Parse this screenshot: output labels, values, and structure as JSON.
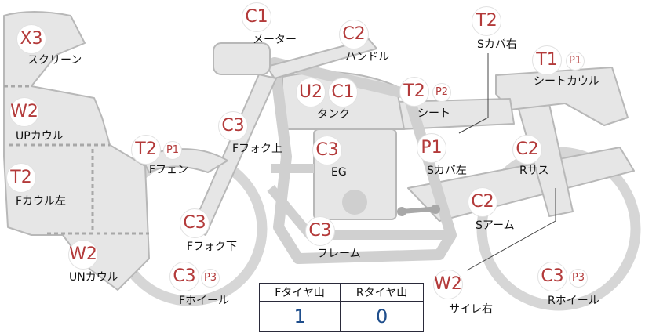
{
  "parts": [
    {
      "id": "screen",
      "label": "スクリーン",
      "badges": [
        "X3"
      ]
    },
    {
      "id": "meter",
      "label": "メーター",
      "badges": [
        "C1"
      ]
    },
    {
      "id": "handle",
      "label": "ハンドル",
      "badges": [
        "C2"
      ]
    },
    {
      "id": "s-cover-r",
      "label": "Sカバ右",
      "badges": [
        "T2"
      ]
    },
    {
      "id": "seat-cowl",
      "label": "シートカウル",
      "badges": [
        "T1",
        "P1"
      ]
    },
    {
      "id": "up-cowl",
      "label": "UPカウル",
      "badges": [
        "W2"
      ]
    },
    {
      "id": "tank",
      "label": "タンク",
      "badges": [
        "U2",
        "C1"
      ]
    },
    {
      "id": "seat",
      "label": "シート",
      "badges": [
        "T2",
        "P2"
      ]
    },
    {
      "id": "f-fork-upper",
      "label": "Fフォク上",
      "badges": [
        "C3"
      ]
    },
    {
      "id": "f-fender",
      "label": "Fフェン",
      "badges": [
        "T2",
        "P1"
      ]
    },
    {
      "id": "engine",
      "label": "EG",
      "badges": [
        "C3"
      ]
    },
    {
      "id": "s-cover-l",
      "label": "Sカバ左",
      "badges": [
        "P1"
      ]
    },
    {
      "id": "r-sus",
      "label": "Rサス",
      "badges": [
        "C2"
      ]
    },
    {
      "id": "f-cowl-l",
      "label": "Fカウル左",
      "badges": [
        "T2"
      ]
    },
    {
      "id": "s-arm",
      "label": "Sアーム",
      "badges": [
        "C2"
      ]
    },
    {
      "id": "f-fork-lower",
      "label": "Fフォク下",
      "badges": [
        "C3"
      ]
    },
    {
      "id": "frame",
      "label": "フレーム",
      "badges": [
        "C3"
      ]
    },
    {
      "id": "un-cowl",
      "label": "UNカウル",
      "badges": [
        "W2"
      ]
    },
    {
      "id": "f-wheel",
      "label": "Fホイール",
      "badges": [
        "C3",
        "P3"
      ]
    },
    {
      "id": "silencer-r",
      "label": "サイレ右",
      "badges": [
        "W2"
      ]
    },
    {
      "id": "r-wheel",
      "label": "Rホイール",
      "badges": [
        "C3",
        "P3"
      ]
    }
  ],
  "tire_table": {
    "headers": [
      "Fタイヤ山",
      "Rタイヤ山"
    ],
    "values": [
      "1",
      "0"
    ]
  },
  "colors": {
    "badge_text": "#b33a3a",
    "value_text": "#1f4e8c",
    "part_fill": "#e6e6e6",
    "part_stroke": "#b8b8b8"
  }
}
